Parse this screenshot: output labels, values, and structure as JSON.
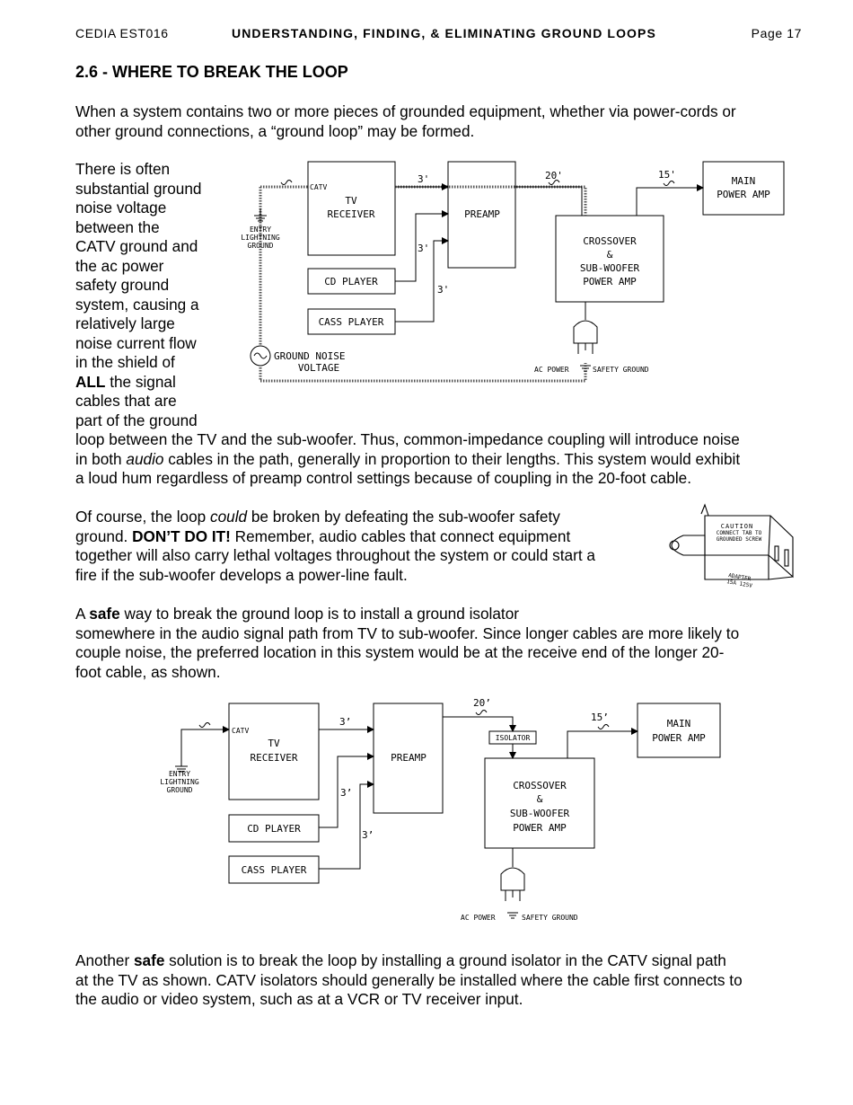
{
  "header": {
    "left": "CEDIA EST016",
    "center": "UNDERSTANDING, FINDING, & ELIMINATING GROUND LOOPS",
    "right": "Page 17"
  },
  "section_title": "2.6 - WHERE TO BREAK THE LOOP",
  "p1": {
    "line1": "When a system contains two or more pieces of grounded equipment, whether via power-cords or",
    "line2": "other ground connections, a “ground loop” may be formed."
  },
  "p2": {
    "wrap": [
      "There is often",
      "substantial ground",
      "noise voltage",
      "between the",
      "CATV ground and",
      "the ac power",
      "safety ground",
      "system, causing a",
      "relatively large",
      "noise current flow",
      "in the shield of"
    ],
    "all_word": "ALL",
    "after_all": " the signal",
    "wrap2": [
      "cables that are",
      "part of the ground"
    ],
    "cont1": "loop between the TV and the sub-woofer. Thus, common-impedance coupling will introduce noise",
    "cont2_a": "in both ",
    "cont2_em": "audio",
    "cont2_b": " cables in the path, generally in proportion to their lengths. This system would exhibit",
    "cont3": "a loud hum regardless of preamp control settings because of coupling in the 20-foot cable."
  },
  "p3": {
    "l1_a": "Of course, the loop ",
    "l1_em": "could",
    "l1_b": " be broken by defeating the sub-woofer safety",
    "l2_a": "ground. ",
    "l2_strong": "DON’T DO IT!",
    "l2_b": " Remember, audio cables that connect equipment",
    "l3": "together will also carry lethal voltages throughout the system or could start a",
    "l4": "fire if the sub-woofer develops a power-line fault."
  },
  "p4": {
    "l1_a": "A ",
    "l1_strong": "safe",
    "l1_b": " way to break the ground loop is to install a ground isolator",
    "l2": "somewhere in the audio signal path from TV to sub-woofer. Since longer cables are more likely to",
    "l3": "couple noise, the preferred location in this system would be at the receive end of the longer 20-",
    "l4": "foot cable, as shown."
  },
  "p5": {
    "l1_a": "Another ",
    "l1_strong": "safe",
    "l1_b": " solution is to break the loop by installing a ground isolator in the CATV signal path",
    "l2": "at the TV as shown. CATV isolators should generally be installed where the cable first connects to",
    "l3": "the audio or video system, such as at a VCR or TV receiver input."
  },
  "diagram1": {
    "catv": "CATV",
    "tv1": "TV",
    "tv2": "RECEIVER",
    "preamp": "PREAMP",
    "cd": "CD PLAYER",
    "cass": "CASS PLAYER",
    "xo1": "CROSSOVER",
    "xo2": "&",
    "xo3": "SUB-WOOFER",
    "xo4": "POWER AMP",
    "main1": "MAIN",
    "main2": "POWER AMP",
    "entry1": "ENTRY",
    "entry2": "LIGHTNING",
    "entry3": "GROUND",
    "gnv1": "GROUND NOISE",
    "gnv2": "VOLTAGE",
    "len_tv_pre": "3'",
    "len_cd": "3'",
    "len_cass": "3'",
    "len_20": "20'",
    "len_15": "15'",
    "ac_power": "AC POWER",
    "safety_ground": "SAFETY GROUND"
  },
  "adapter": {
    "caution": "CAUTION",
    "c2": "CONNECT TAB TO",
    "c3": "GROUNDED SCREW",
    "a1": "ADAPTER",
    "a2": "15A 125V"
  },
  "diagram2": {
    "catv": "CATV",
    "tv1": "TV",
    "tv2": "RECEIVER",
    "preamp": "PREAMP",
    "cd": "CD PLAYER",
    "cass": "CASS PLAYER",
    "isolator": "ISOLATOR",
    "xo1": "CROSSOVER",
    "xo2": "&",
    "xo3": "SUB-WOOFER",
    "xo4": "POWER AMP",
    "main1": "MAIN",
    "main2": "POWER AMP",
    "entry1": "ENTRY",
    "entry2": "LIGHTNING",
    "entry3": "GROUND",
    "len_tv_pre": "3’",
    "len_cd": "3’",
    "len_cass": "3’",
    "len_20": "20’",
    "len_15": "15’",
    "ac_power": "AC POWER",
    "safety_ground": "SAFETY GROUND"
  }
}
